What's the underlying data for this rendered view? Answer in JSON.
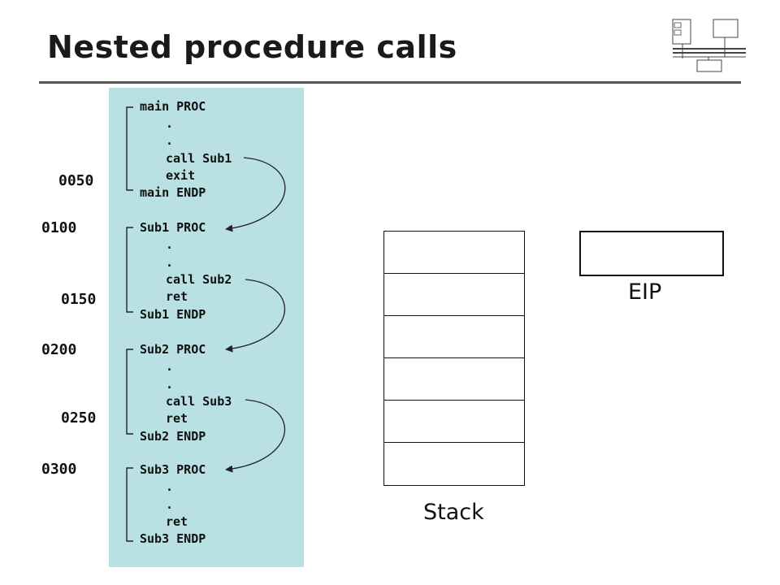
{
  "slide": {
    "title": "Nested procedure calls"
  },
  "code": {
    "lines": [
      "main PROC",
      ".",
      ".",
      "call Sub1",
      "exit",
      "main ENDP",
      "Sub1 PROC",
      ".",
      ".",
      "call Sub2",
      "ret",
      "Sub1 ENDP",
      "Sub2 PROC",
      ".",
      ".",
      "call Sub3",
      "ret",
      "Sub2 ENDP",
      "Sub3 PROC",
      ".",
      ".",
      "ret",
      "Sub3 ENDP"
    ]
  },
  "addresses": [
    "0050",
    "0100",
    "0150",
    "0200",
    "0250",
    "0300"
  ],
  "stack": {
    "label": "Stack",
    "cells": [
      "",
      "",
      "",
      "",
      "",
      ""
    ]
  },
  "eip": {
    "label": "EIP",
    "value": ""
  }
}
